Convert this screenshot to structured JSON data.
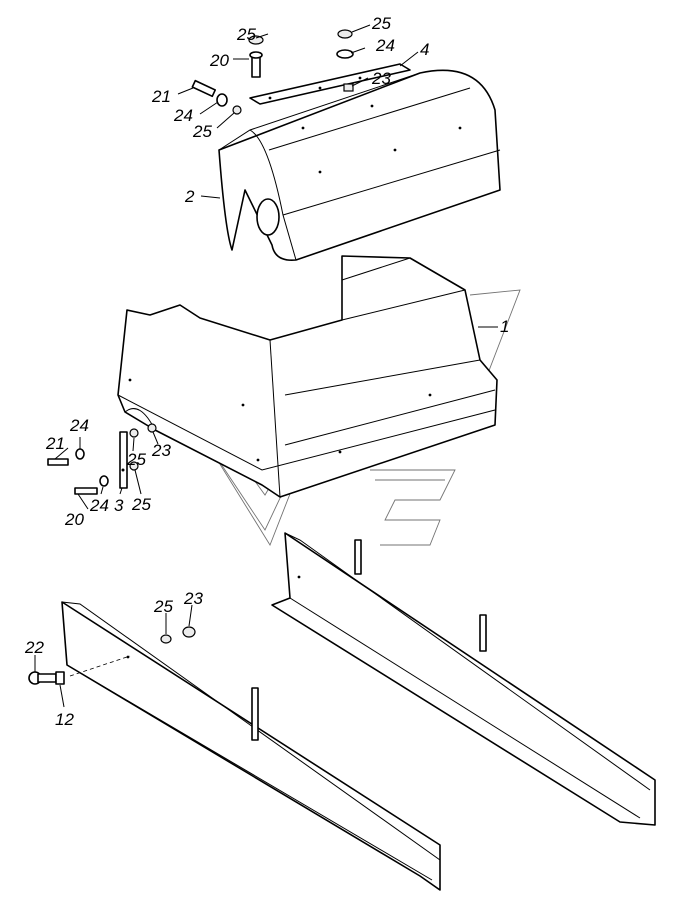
{
  "callouts": {
    "c1": "1",
    "c2": "2",
    "c3": "3",
    "c4": "4",
    "c12": "12",
    "c20a": "20",
    "c20b": "20",
    "c21a": "21",
    "c21b": "21",
    "c22": "22",
    "c23a": "23",
    "c23b": "23",
    "c23c": "23",
    "c24a": "24",
    "c24b": "24",
    "c24c": "24",
    "c24d": "24",
    "c25a": "25",
    "c25b": "25",
    "c25c": "25",
    "c25d": "25",
    "c25e": "25",
    "c25f": "25"
  }
}
